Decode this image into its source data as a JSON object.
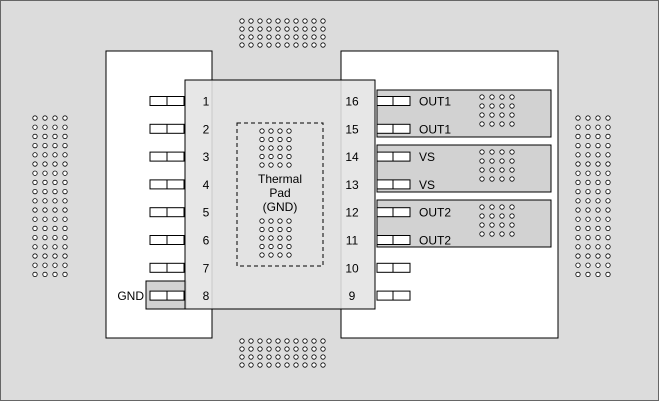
{
  "left_pins": [
    {
      "num": "1",
      "net": ""
    },
    {
      "num": "2",
      "net": ""
    },
    {
      "num": "3",
      "net": ""
    },
    {
      "num": "4",
      "net": ""
    },
    {
      "num": "5",
      "net": ""
    },
    {
      "num": "6",
      "net": ""
    },
    {
      "num": "7",
      "net": ""
    },
    {
      "num": "8",
      "net": "GND"
    }
  ],
  "right_pins": [
    {
      "num": "16",
      "net": "OUT1"
    },
    {
      "num": "15",
      "net": "OUT1"
    },
    {
      "num": "14",
      "net": "VS"
    },
    {
      "num": "13",
      "net": "VS"
    },
    {
      "num": "12",
      "net": "OUT2"
    },
    {
      "num": "11",
      "net": "OUT2"
    },
    {
      "num": "10",
      "net": ""
    },
    {
      "num": "9",
      "net": ""
    }
  ],
  "thermal_pad": {
    "line1": "Thermal",
    "line2": "Pad",
    "line3": "(GND)"
  },
  "colors": {
    "board": "#dcdcdc",
    "copper": "#ffffff",
    "pour": "#d2d2d2",
    "package": "#e4e4e4",
    "outline": "#000000"
  }
}
